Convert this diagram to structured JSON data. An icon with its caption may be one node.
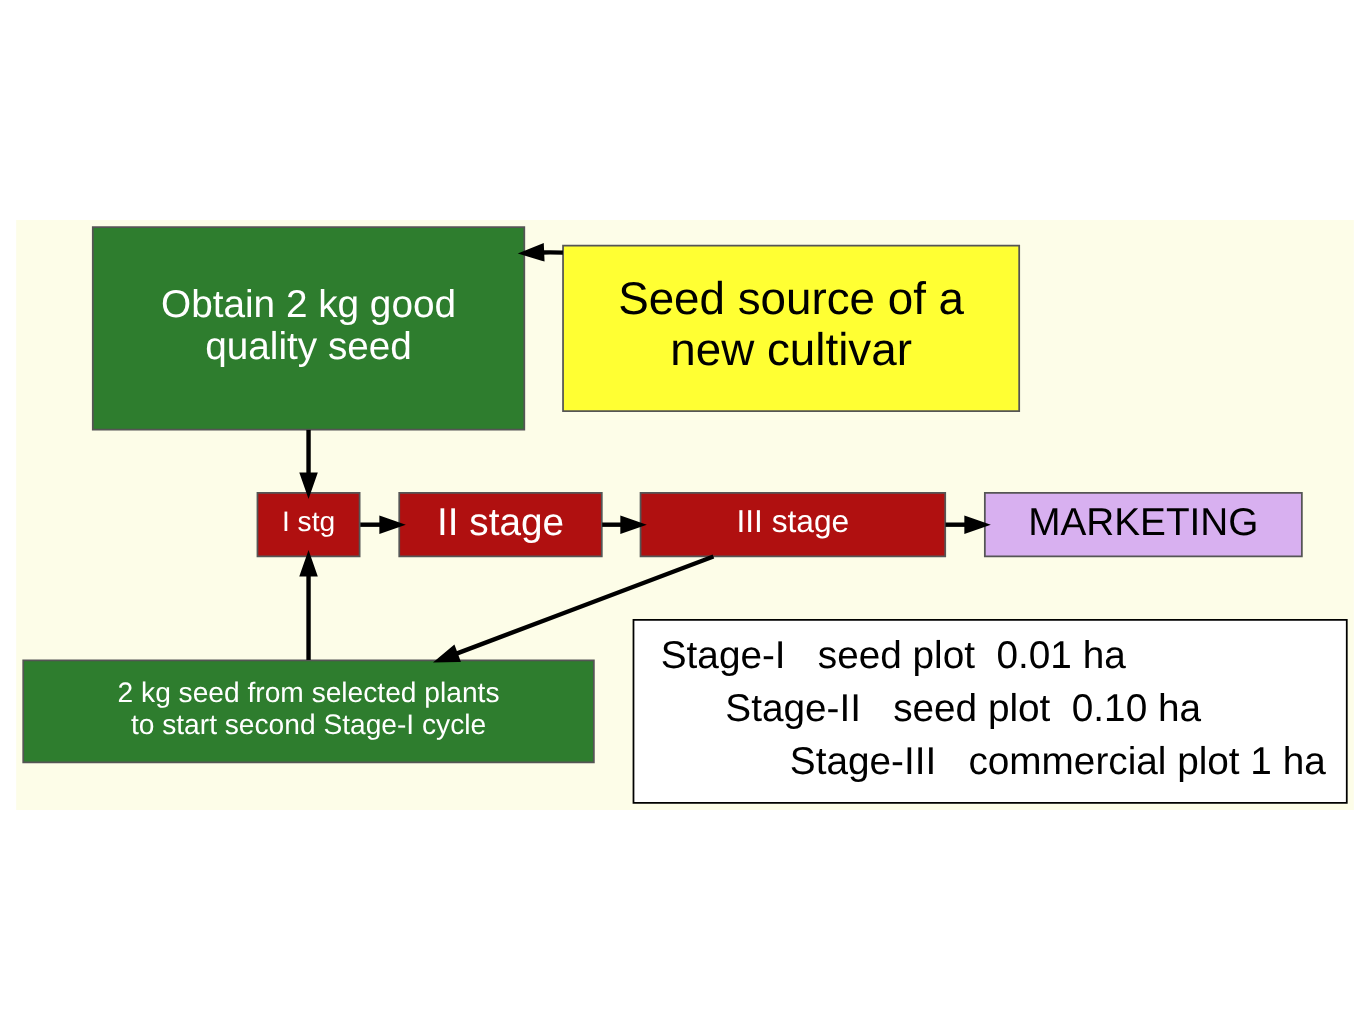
{
  "diagram": {
    "nodes": [
      {
        "text": [
          "Seed source of a new cultivar"
        ]
      },
      {
        "text": [
          "Obtain 2 kg good quality seed"
        ]
      },
      {
        "text": [
          "2 kg seed from selected plants to start second Stage-I cycle"
        ]
      },
      {
        "text": [
          "I stg"
        ]
      },
      {
        "text": [
          "II stage"
        ]
      },
      {
        "text": [
          "III stage"
        ]
      },
      {
        "text": [
          "MARKETING"
        ]
      }
    ],
    "edges": [
      {
        "from": 0,
        "to": 1,
        "arrow": "to"
      },
      {
        "from": 1,
        "to": 3,
        "arrow": "to"
      },
      {
        "from": 2,
        "to": 3,
        "arrow": "to"
      },
      {
        "from": 3,
        "to": 4,
        "arrow": "to"
      },
      {
        "from": 4,
        "to": 5,
        "arrow": "to"
      },
      {
        "from": 5,
        "to": 2,
        "arrow": "to"
      },
      {
        "from": 5,
        "to": 6,
        "arrow": "to"
      }
    ],
    "labels": [
      "Stage-I   seed plot  0.01 ha",
      "Stage-II   seed plot  0.10 ha",
      "Stage-III   commercial plot 1 ha"
    ]
  }
}
